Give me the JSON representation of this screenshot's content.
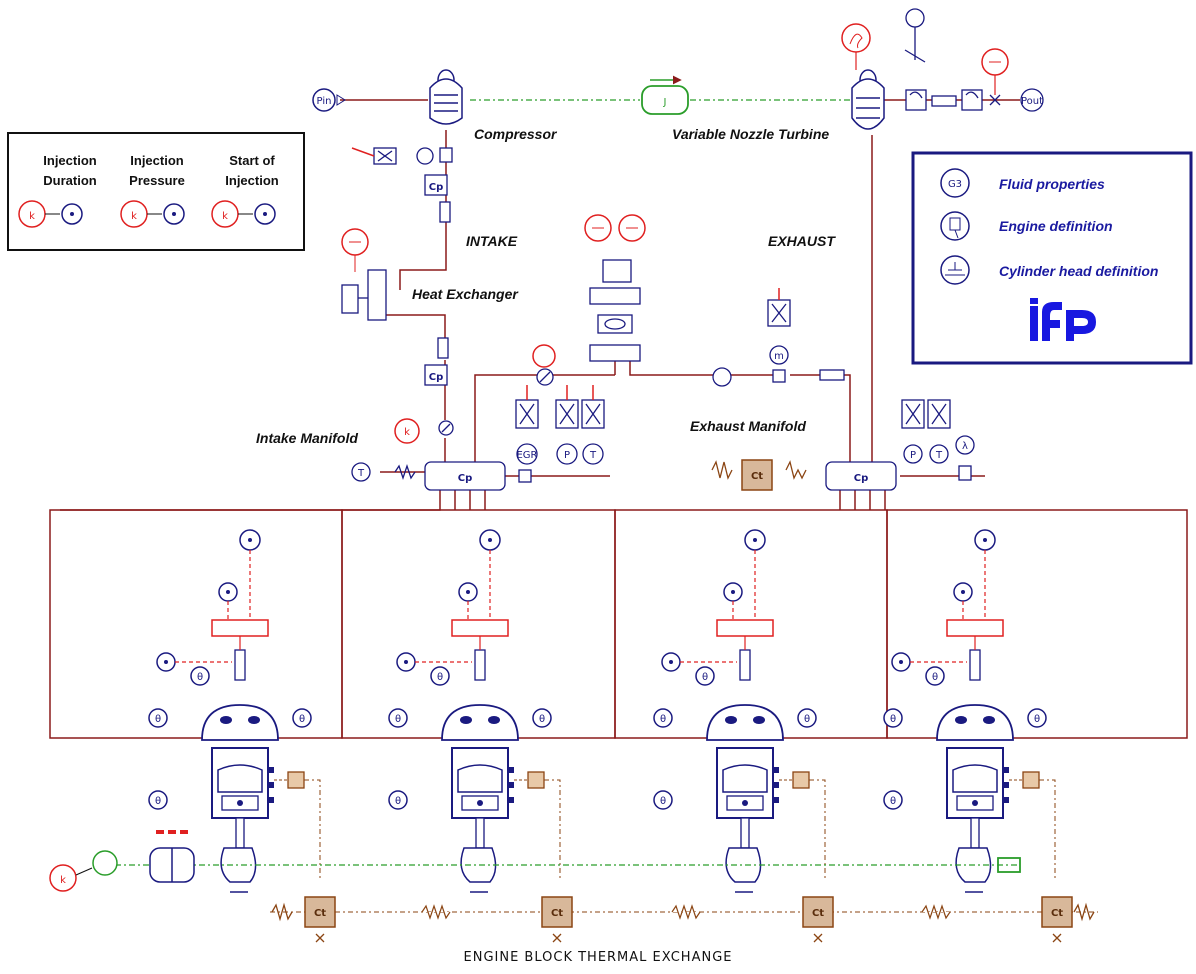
{
  "labels": {
    "compressor": "Compressor",
    "turbine": "Variable Nozzle Turbine",
    "intake": "INTAKE",
    "exhaust": "EXHAUST",
    "heat_exchanger": "Heat Exchanger",
    "intake_manifold": "Intake Manifold",
    "exhaust_manifold": "Exhaust Manifold",
    "engine_block": "ENGINE BLOCK THERMAL EXCHANGE"
  },
  "legend_left": {
    "items": [
      {
        "line1": "Injection",
        "line2": "Duration"
      },
      {
        "line1": "Injection",
        "line2": "Pressure"
      },
      {
        "line1": "Start of",
        "line2": "Injection"
      }
    ],
    "k": "k"
  },
  "legend_right": {
    "items": [
      {
        "label": "Fluid properties",
        "icon": "G3"
      },
      {
        "label": "Engine definition",
        "icon": "engine-icon"
      },
      {
        "label": "Cylinder head definition",
        "icon": "cylinder-head-icon"
      }
    ],
    "logo": "ifp"
  },
  "symbols": {
    "cp": "Cp",
    "ct": "Ct",
    "theta": "θ",
    "k": "k",
    "t": "T",
    "p": "P",
    "egr": "EGR",
    "m": "m",
    "lambda": "λ",
    "j": "J",
    "pin": "Pin",
    "pout": "Pout"
  },
  "colors": {
    "flow_line": "#8b1a1a",
    "actuator": "#1a1a80",
    "sensor": "#e02020",
    "thermal": "#8b4513",
    "shaft": "#2a9d2a"
  }
}
